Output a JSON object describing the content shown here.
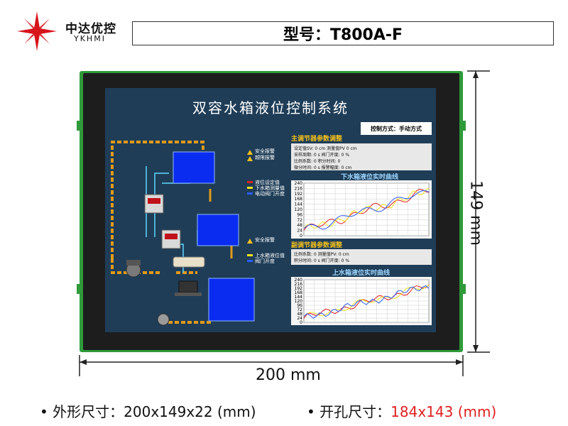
{
  "header": {
    "brand_cn": "中达优控",
    "brand_en": "YKHMI",
    "model_label": "型号：T800A-F"
  },
  "screen": {
    "title": "双容水箱液位控制系统",
    "control_mode": "控制方式：手动方式",
    "main_section_title": "主调节器参数调整",
    "sub_section_title": "副调节器参数调整",
    "lower_chart_title": "下水箱液位实时曲线",
    "upper_chart_title": "上水箱液位实时曲线",
    "alarms_top": [
      "安全报警",
      "越限报警"
    ],
    "legend_top": [
      "液位设定值",
      "下水箱测量值",
      "电动阀门开度"
    ],
    "alarm_mid": "安全报警",
    "legend_bottom": [
      "上水箱液位值",
      "阀门开度"
    ],
    "main_panel": [
      "设定值SV: 0    cm   测量值PV 0    cm",
      "采样周期: 0    s    阀门开度: 0    %",
      "比例系数: 0         积分时间: 0",
      "微分时间: 0    s    报警幅度: 0    cm"
    ],
    "sub_panel": [
      "比例系数: 0         测量值PV: 0    cm",
      "积分时间: 0    s    阀门开度: 0    %"
    ],
    "y_ticks": [
      "240",
      "216",
      "192",
      "168",
      "144",
      "120",
      "96",
      "72",
      "48",
      "24",
      "0"
    ],
    "colors": {
      "screen_bg": "#1f3d57",
      "tank_blue": "#0a2cf0",
      "pipe_orange": "#e09a1a",
      "pipe_cyan": "#5fd8ff",
      "pcb_green": "#2f9a3a",
      "title_yellow": "#f2c01c"
    }
  },
  "dimensions": {
    "width_label": "200 mm",
    "height_label": "149 mm"
  },
  "specs": {
    "outer_label": "• 外形尺寸：200x149x22 (mm)",
    "cutout_label": "• 开孔尺寸：",
    "cutout_value": "184x143 (mm)"
  }
}
